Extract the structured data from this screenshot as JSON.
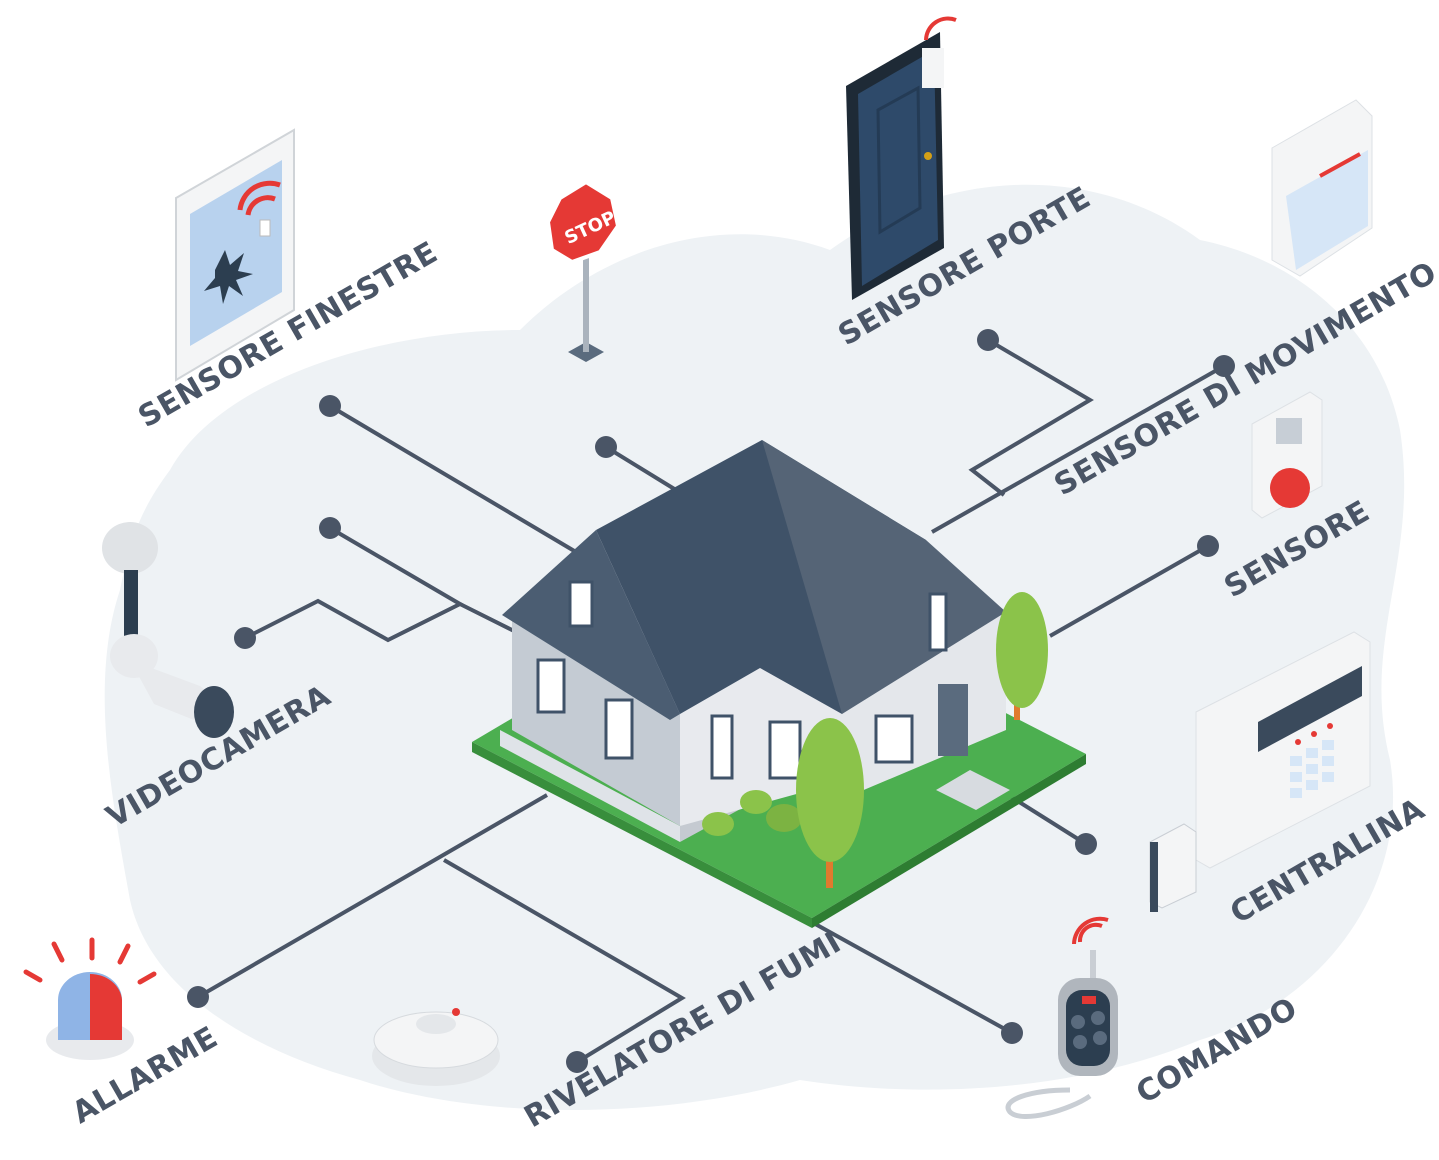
{
  "colors": {
    "background_blob": "#eef2f5",
    "line": "#4a5566",
    "roof": "#3f5268",
    "wall": "#c9ced5",
    "lawn": "#4caf50",
    "tree": "#8bc34a",
    "accent_red": "#e53935",
    "door": "#2c3e50"
  },
  "labels": {
    "window_sensor": "SENSORE FINESTRE",
    "door_sensor": "SENSORE PORTE",
    "motion_sensor": "SENSORE DI MOVIMENTO",
    "sensor": "SENSORE",
    "camera": "VIDEOCAMERA",
    "control_panel": "CENTRALINA",
    "alarm": "ALLARME",
    "smoke_detector": "RIVELATORE DI FUMI",
    "remote": "COMANDO"
  },
  "sign_text": "STOP",
  "icons": [
    "house-icon",
    "window-sensor-icon",
    "stop-sign-icon",
    "door-icon",
    "motion-sensor-icon",
    "wall-sensor-icon",
    "camera-icon",
    "control-panel-icon",
    "siren-icon",
    "smoke-detector-icon",
    "remote-icon"
  ]
}
